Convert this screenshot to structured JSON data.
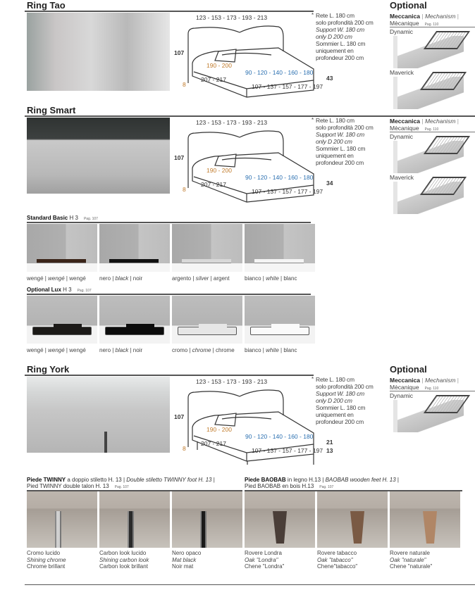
{
  "colors": {
    "accent_blue": "#2a6fb0",
    "accent_orange": "#c07a2a",
    "rule": "#555555"
  },
  "sections": [
    {
      "title": "Ring Tao",
      "dims": {
        "top": "123 - 153 - 173 - 193 - 213",
        "height": "107",
        "depth": "190 - 200",
        "widths_inner": "90 - 120 - 140 - 160 - 180",
        "widths_outer": "107 - 137 - 157 - 177 - 197",
        "length": "207 - 217",
        "foot": "8",
        "side": "43",
        "side2": ""
      }
    },
    {
      "title": "Ring Smart",
      "dims": {
        "top": "123 - 153 - 173 - 193 - 213",
        "height": "107",
        "depth": "190 - 200",
        "widths_inner": "90 - 120 - 140 - 160 - 180",
        "widths_outer": "107 - 137 - 157 - 177 - 197",
        "length": "207 - 217",
        "foot": "8",
        "side": "34",
        "side2": ""
      }
    },
    {
      "title": "Ring York",
      "dims": {
        "top": "123 - 153 - 173 - 193 - 213",
        "height": "107",
        "depth": "190 - 200",
        "widths_inner": "90 - 120 - 140 - 160 - 180",
        "widths_outer": "107 - 137 - 157 - 177 - 197",
        "length": "207 - 217",
        "foot": "8",
        "side": "21",
        "side2": "13"
      }
    }
  ],
  "spec": {
    "l1": "Rete L. 180 cm",
    "l2": "solo profondità 200 cm",
    "l3": "Support W. 180 cm",
    "l4": "only D 200 cm",
    "l5": "Sommier L. 180 cm",
    "l6": "uniquement en",
    "l7": "profondeur 200 cm"
  },
  "optional": {
    "title": "Optional",
    "mech_it": "Meccanica",
    "mech_en": "Mechanism",
    "mech_fr": "Mècanique",
    "pag": "Pag. 110",
    "dynamic": "Dynamic",
    "maverick": "Maverick"
  },
  "standard_basic": {
    "title": "Standard Basic",
    "h": "H 3",
    "pag": "Pag. 107",
    "items": [
      {
        "it": "wengé",
        "en": "wengé",
        "fr": "wengé",
        "color": "#3a2418"
      },
      {
        "it": "nero",
        "en": "black",
        "fr": "noir",
        "color": "#111111"
      },
      {
        "it": "argento",
        "en": "silver",
        "fr": "argent",
        "color": "#d8d8d8"
      },
      {
        "it": "bianco",
        "en": "white",
        "fr": "blanc",
        "color": "#f4f4f4"
      }
    ]
  },
  "optional_lux": {
    "title": "Optional Lux",
    "h": "H 3",
    "pag": "Pag. 107",
    "items": [
      {
        "it": "wengé",
        "en": "wengé",
        "fr": "wengé",
        "color": "#1c1a18"
      },
      {
        "it": "nero",
        "en": "black",
        "fr": "noir",
        "color": "#0c0c0c"
      },
      {
        "it": "cromo",
        "en": "chrome",
        "fr": "chrome",
        "color": "#e6e6e6"
      },
      {
        "it": "bianco",
        "en": "white",
        "fr": "blanc",
        "color": "#fafafa"
      }
    ]
  },
  "twinny": {
    "bold": "Piede TWINNY",
    "rest": " a doppio stiletto H. 13 | ",
    "en": "Double stiletto TWINNY foot H. 13",
    "sep": " |",
    "fr": "Pied TWINNY double talon H. 13",
    "pag": "Pag. 107"
  },
  "baobab": {
    "bold": "Piede BAOBAB",
    "rest": " in legno H.13 | ",
    "en": "BAOBAB wooden feet H. 13",
    "sep": " |",
    "fr": "Pied BAOBAB en bois H.13",
    "pag": "Pag. 107"
  },
  "feet": [
    {
      "it": "Cromo lucido",
      "en": "Shining chrome",
      "fr": "Chrome brillant",
      "color": "#d0d0d0",
      "shape": "twin"
    },
    {
      "it": "Carbon look lucido",
      "en": "Shining carbon look",
      "fr": "Carbon look brillant",
      "color": "#2a2a2a",
      "shape": "twin"
    },
    {
      "it": "Nero opaco",
      "en": "Mat black",
      "fr": "Noir mat",
      "color": "#1a1a1a",
      "shape": "twin"
    },
    {
      "it": "Rovere Londra",
      "en": "Oak \"Londra\"",
      "fr": "Chene \"Londra\"",
      "color": "#4a3e38",
      "shape": "cone"
    },
    {
      "it": "Rovere tabacco",
      "en": "Oak \"tabacco\"",
      "fr": "Chene\"tabacco\"",
      "color": "#7a5a44",
      "shape": "cone"
    },
    {
      "it": "Rovere naturale",
      "en": "Oak \"naturale\"",
      "fr": "Chene \"naturale\"",
      "color": "#b08666",
      "shape": "cone"
    }
  ]
}
